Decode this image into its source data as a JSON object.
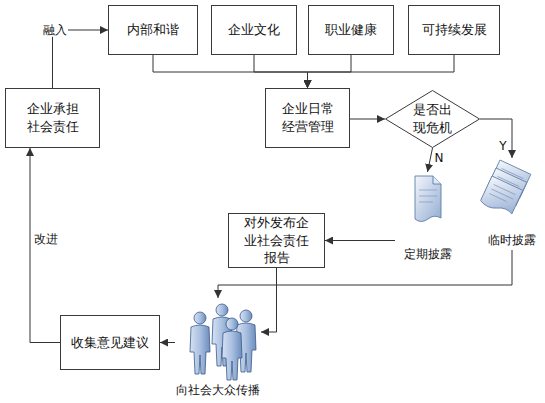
{
  "diagram": {
    "nodes": [
      {
        "text": [
          "内部和谐"
        ]
      },
      {
        "text": [
          "企业文化"
        ]
      },
      {
        "text": [
          "职业健康"
        ]
      },
      {
        "text": [
          "可持续发展"
        ]
      },
      {
        "text": [
          "企业承担社会责任"
        ]
      },
      {
        "text": [
          "企业日常经营管理"
        ]
      },
      {
        "text": [
          "是否出现危机"
        ]
      },
      {
        "text": [
          "定期披露"
        ]
      },
      {
        "text": [
          "临时披露"
        ]
      },
      {
        "text": [
          "对外发布企业社会责任报告"
        ]
      },
      {
        "text": [
          "向社会大众传播"
        ]
      },
      {
        "text": [
          "收集意见建议"
        ]
      }
    ],
    "edges": [
      {
        "from": 4,
        "to": 0,
        "label": "融入",
        "arrow": "to"
      },
      {
        "from": 0,
        "to": 5,
        "arrow": "to"
      },
      {
        "from": 1,
        "to": 5,
        "arrow": "to"
      },
      {
        "from": 2,
        "to": 5,
        "arrow": "to"
      },
      {
        "from": 3,
        "to": 5,
        "arrow": "to"
      },
      {
        "from": 5,
        "to": 6,
        "arrow": "to"
      },
      {
        "from": 6,
        "to": 7,
        "label": "N",
        "arrow": "to"
      },
      {
        "from": 6,
        "to": 8,
        "label": "Y",
        "arrow": "to"
      },
      {
        "from": 7,
        "to": 9,
        "arrow": "to"
      },
      {
        "from": 9,
        "to": 10,
        "arrow": "to"
      },
      {
        "from": 8,
        "to": 10,
        "arrow": "to"
      },
      {
        "from": 10,
        "to": 11,
        "arrow": "to"
      },
      {
        "from": 11,
        "to": 4,
        "label": "改进",
        "arrow": "to"
      }
    ]
  }
}
